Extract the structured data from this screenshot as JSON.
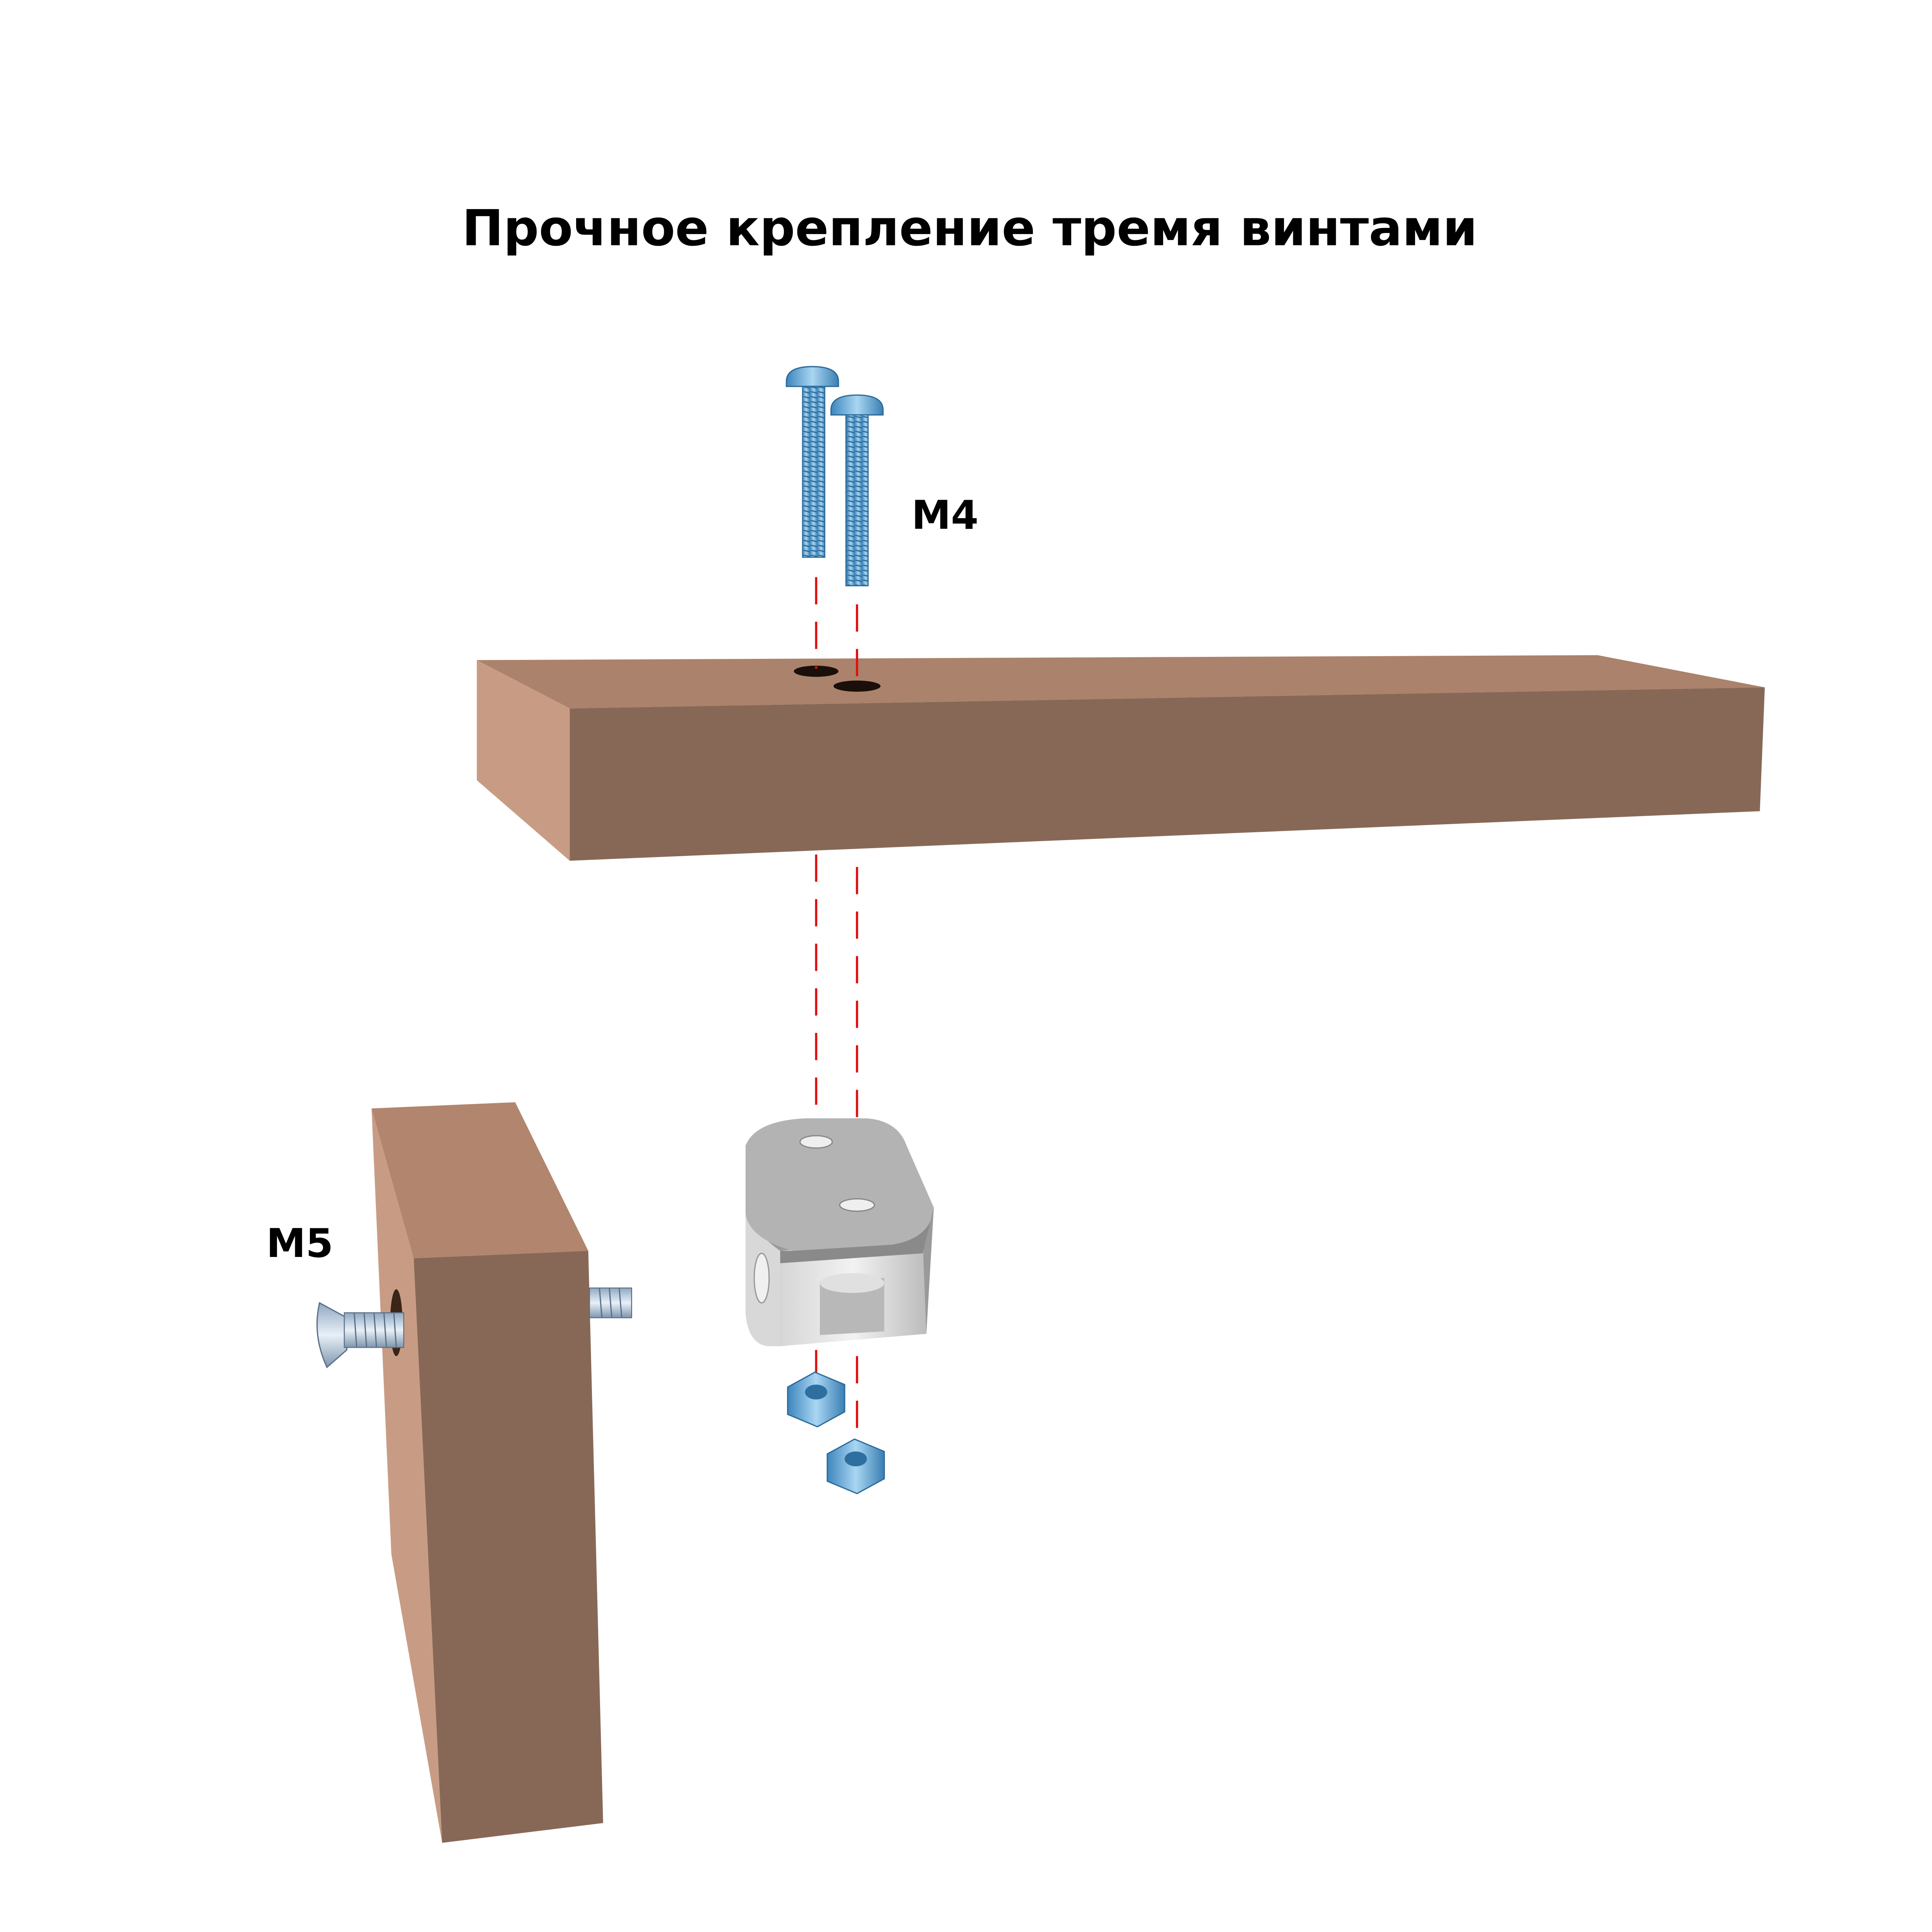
{
  "title": "Прочное крепление тремя винтами",
  "labels": {
    "top_screws": "M4",
    "side_screw": "M5"
  },
  "colors": {
    "wood_top": "#ab826b",
    "wood_front": "#876857",
    "wood_side": "#c89c84",
    "screw_blue": "#5fa8d8",
    "bracket_gray": "#c4c4c4",
    "guide_line": "#e01010"
  }
}
